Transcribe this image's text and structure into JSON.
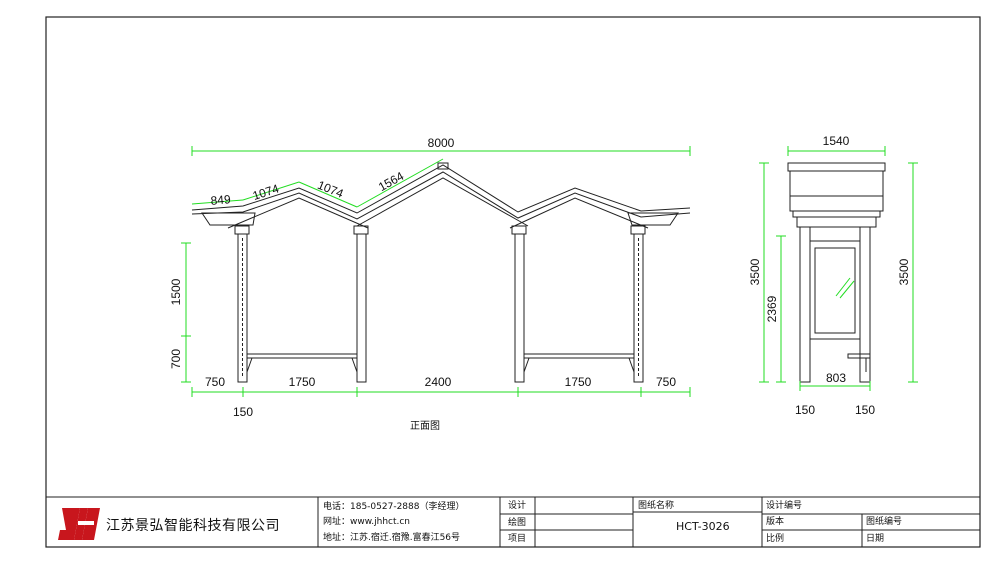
{
  "front_view": {
    "caption": "正面图",
    "dimensions": {
      "total_width": "8000",
      "roof_segments": [
        "849",
        "1074",
        "1074",
        "1564"
      ],
      "height_upper": "1500",
      "height_lower": "700",
      "bottom_spans": [
        "750",
        "1750",
        "2400",
        "1750",
        "750"
      ],
      "post_width": "150"
    }
  },
  "side_view": {
    "dimensions": {
      "top_width": "1540",
      "total_height_left": "3500",
      "total_height_right": "3500",
      "panel_height": "2369",
      "base_width": "803",
      "post_left": "150",
      "post_right": "150"
    }
  },
  "title_block": {
    "company": "江苏景弘智能科技有限公司",
    "phone": "电话：185-0527-2888（李经理）",
    "website": "网址：www.jhhct.cn",
    "address": "地址：江苏.宿迁.宿豫.富春江56号",
    "design_label": "设计",
    "drawing_label": "绘图",
    "project_label": "项目",
    "drawing_name_label": "图纸名称",
    "drawing_name_value": "HCT-3026",
    "design_number_label": "设计编号",
    "version_label": "版本",
    "drawing_number_label": "图纸编号",
    "scale_label": "比例",
    "date_label": "日期"
  },
  "colors": {
    "dimension_line": "#22dd22",
    "outline": "#222222",
    "logo_red": "#c8161d"
  }
}
